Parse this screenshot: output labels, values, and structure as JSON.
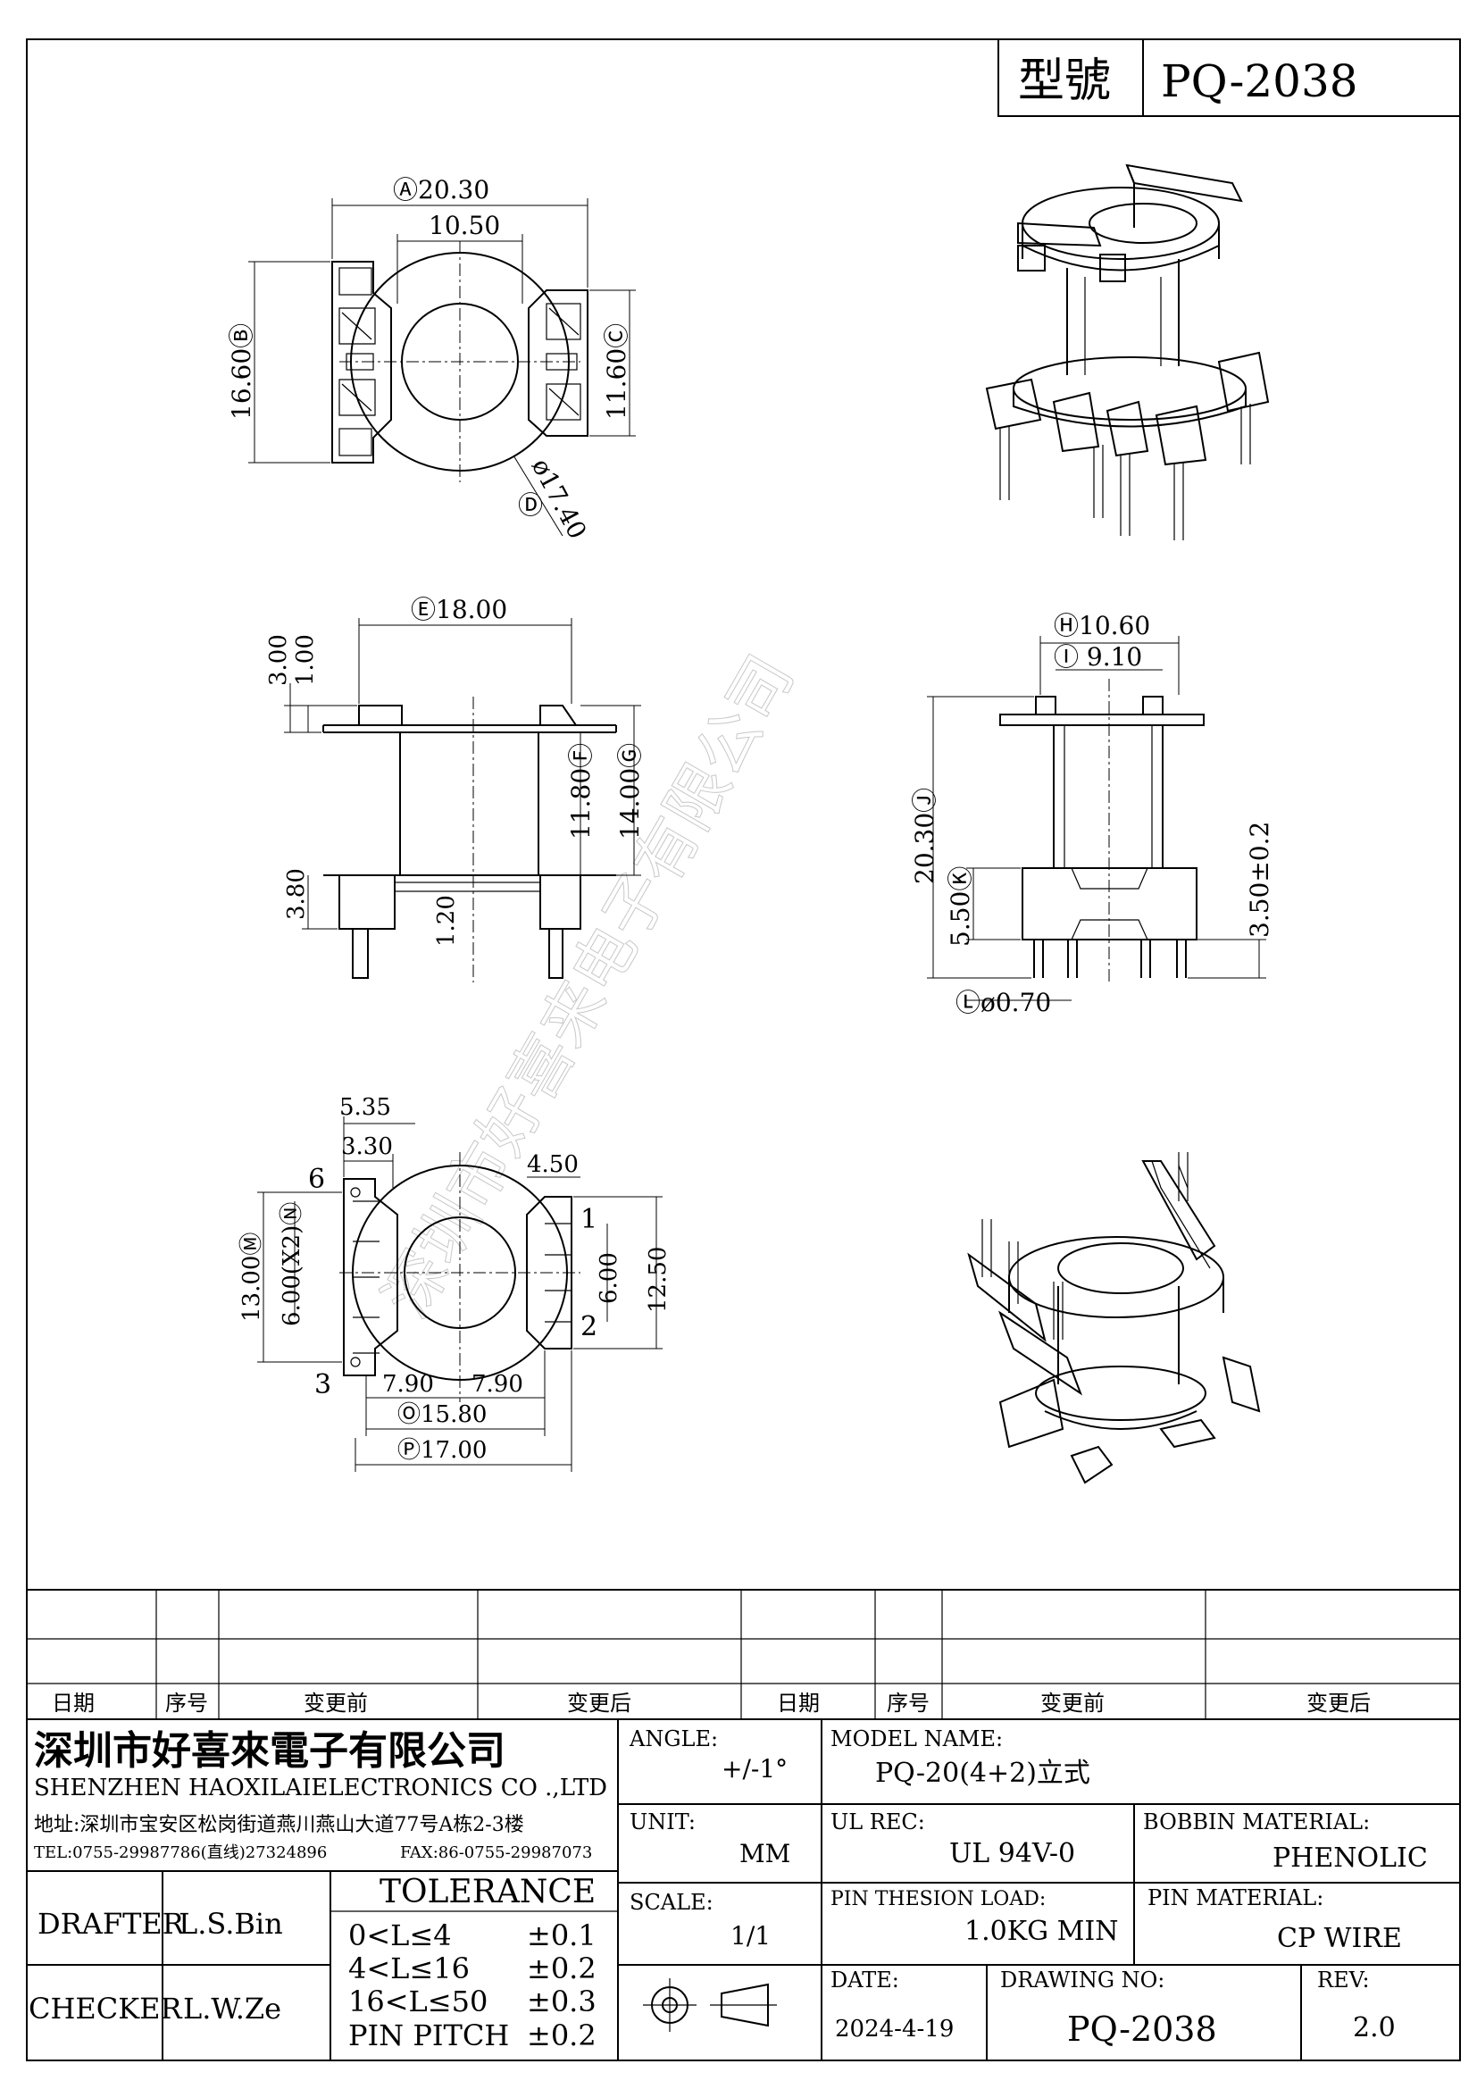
{
  "title_block": {
    "model_label": "型號",
    "model_value": "PQ-2038"
  },
  "dimensions": {
    "top_view": {
      "a": "Ⓐ20.30",
      "inner": "10.50",
      "b": "16.60Ⓑ",
      "c": "11.60Ⓒ",
      "d_circle": "Ⓓ",
      "d": "ø17.40"
    },
    "front_view": {
      "e": "Ⓔ18.00",
      "top_300": "3.00",
      "top_100": "1.00",
      "f": "11.80Ⓕ",
      "g": "14.00Ⓖ",
      "bottom_380": "3.80",
      "pin_120": "1.20"
    },
    "side_view": {
      "h": "Ⓗ10.60",
      "i": "Ⓘ 9.10",
      "j": "20.30Ⓙ",
      "k": "5.50Ⓚ",
      "pin_len": "3.50±0.2",
      "l": "Ⓛø0.70"
    },
    "bottom_view": {
      "w535": "5.35",
      "w330": "3.30",
      "w450": "4.50",
      "m": "13.00Ⓜ",
      "n": "6.00(X2)Ⓝ",
      "h600": "6.00",
      "h1250": "12.50",
      "half_l": "7.90",
      "half_r": "7.90",
      "o": "Ⓞ15.80",
      "p": "Ⓟ17.00",
      "pin_6": "6",
      "pin_1": "1",
      "pin_2": "2",
      "pin_3": "3"
    }
  },
  "revision_table": {
    "headers": [
      "日期",
      "序号",
      "变更前",
      "变更后",
      "日期",
      "序号",
      "变更前",
      "变更后"
    ]
  },
  "company": {
    "name_cn": "深圳市好喜來電子有限公司",
    "name_en": "SHENZHEN HAOXILAIELECTRONICS CO .,LTD",
    "address": "地址:深圳市宝安区松岗街道燕川燕山大道77号A栋2-3楼",
    "tel": "TEL:0755-29987786(直线)27324896",
    "fax": "FAX:86-0755-29987073"
  },
  "info": {
    "angle_label": "ANGLE:",
    "angle_value": "+/-1°",
    "model_name_label": "MODEL NAME:",
    "model_name_value": "PQ-20(4+2)立式",
    "unit_label": "UNIT:",
    "unit_value": "MM",
    "ul_rec_label": "UL REC:",
    "ul_rec_value": "UL 94V-0",
    "bobbin_label": "BOBBIN MATERIAL:",
    "bobbin_value": "PHENOLIC",
    "scale_label": "SCALE:",
    "scale_value": "1/1",
    "pin_load_label": "PIN THESION LOAD:",
    "pin_load_value": "1.0KG MIN",
    "pin_material_label": "PIN MATERIAL:",
    "pin_material_value": "CP  WIRE",
    "date_label": "DATE:",
    "date_value": "2024-4-19",
    "drawing_no_label": "DRAWING NO:",
    "drawing_no_value": "PQ-2038",
    "rev_label": "REV:",
    "rev_value": "2.0"
  },
  "signoff": {
    "drafter_label": "DRAFTER",
    "drafter_value": "L.S.Bin",
    "checker_label": "CHECKER",
    "checker_value": "L.W.Ze"
  },
  "tolerance": {
    "title": "TOLERANCE",
    "rows": [
      {
        "range": "0<L≤4",
        "value": "±0.1"
      },
      {
        "range": "4<L≤16",
        "value": "±0.2"
      },
      {
        "range": "16<L≤50",
        "value": "±0.3"
      },
      {
        "range": "PIN PITCH",
        "value": "±0.2"
      }
    ]
  },
  "watermark": "深圳市好喜来电子有限公司"
}
